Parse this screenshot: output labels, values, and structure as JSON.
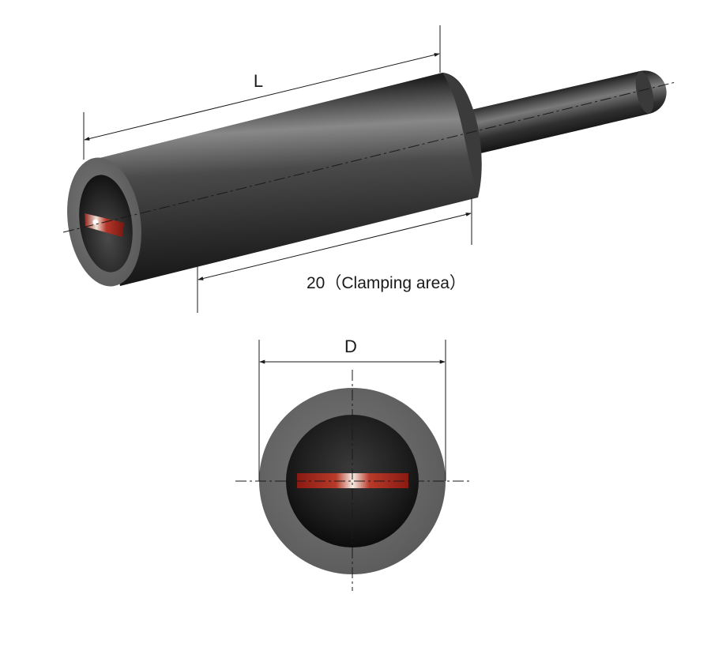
{
  "labels": {
    "length": "L",
    "clamping_area": "20（Clamping area）",
    "diameter": "D"
  },
  "colors": {
    "tube_dark": "#2a2a2a",
    "tube_highlight": "#8c8c8c",
    "rim": "#6b6b6b",
    "inner": "#1e1e1e",
    "element_red": "#a82318",
    "element_glow": "#f4e6dc",
    "line": "#1a1a1a"
  }
}
